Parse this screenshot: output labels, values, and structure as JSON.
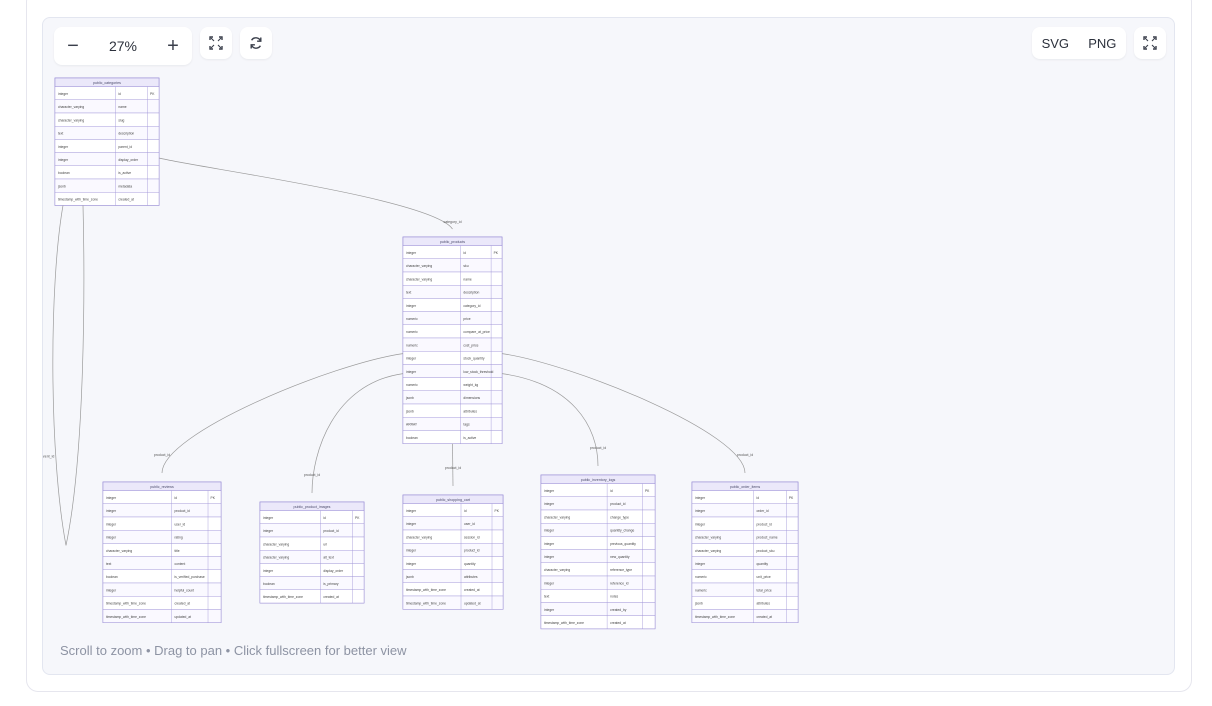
{
  "toolbar": {
    "zoom_level": "27%",
    "zoom_out_symbol": "−",
    "zoom_in_symbol": "+",
    "fit_icon": "fit-view-icon",
    "reset_icon": "refresh-icon",
    "export_svg_label": "SVG",
    "export_png_label": "PNG",
    "fullscreen_icon": "fullscreen-icon"
  },
  "hint_text": "Scroll to zoom • Drag to pan • Click fullscreen for better view",
  "colors": {
    "table_border": "#9b8fd6",
    "table_header_bg": "#ebe8fa",
    "row_bg": "#ffffff",
    "relation_line": "#9a9a9a"
  },
  "diagram": {
    "tables": [
      {
        "id": "categories",
        "name": "public_categories",
        "rows": [
          [
            "integer",
            "id",
            "PK"
          ],
          [
            "character_varying",
            "name",
            ""
          ],
          [
            "character_varying",
            "slug",
            ""
          ],
          [
            "text",
            "description",
            ""
          ],
          [
            "integer",
            "parent_id",
            ""
          ],
          [
            "integer",
            "display_order",
            ""
          ],
          [
            "boolean",
            "is_active",
            ""
          ],
          [
            "jsonb",
            "metadata",
            ""
          ],
          [
            "timestamp_with_time_zone",
            "created_at",
            ""
          ]
        ]
      },
      {
        "id": "products",
        "name": "public_products",
        "rows": [
          [
            "integer",
            "id",
            "PK"
          ],
          [
            "character_varying",
            "sku",
            ""
          ],
          [
            "character_varying",
            "name",
            ""
          ],
          [
            "text",
            "description",
            ""
          ],
          [
            "integer",
            "category_id",
            ""
          ],
          [
            "numeric",
            "price",
            ""
          ],
          [
            "numeric",
            "compare_at_price",
            ""
          ],
          [
            "numeric",
            "cost_price",
            ""
          ],
          [
            "integer",
            "stock_quantity",
            ""
          ],
          [
            "integer",
            "low_stock_threshold",
            ""
          ],
          [
            "numeric",
            "weight_kg",
            ""
          ],
          [
            "jsonb",
            "dimensions",
            ""
          ],
          [
            "jsonb",
            "attributes",
            ""
          ],
          [
            "ARRAY",
            "tags",
            ""
          ],
          [
            "boolean",
            "is_active",
            ""
          ]
        ]
      },
      {
        "id": "reviews",
        "name": "public_reviews",
        "rows": [
          [
            "integer",
            "id",
            "PK"
          ],
          [
            "integer",
            "product_id",
            ""
          ],
          [
            "integer",
            "user_id",
            ""
          ],
          [
            "integer",
            "rating",
            ""
          ],
          [
            "character_varying",
            "title",
            ""
          ],
          [
            "text",
            "content",
            ""
          ],
          [
            "boolean",
            "is_verified_purchase",
            ""
          ],
          [
            "integer",
            "helpful_count",
            ""
          ],
          [
            "timestamp_with_time_zone",
            "created_at",
            ""
          ],
          [
            "timestamp_with_time_zone",
            "updated_at",
            ""
          ]
        ]
      },
      {
        "id": "product_images",
        "name": "public_product_images",
        "rows": [
          [
            "integer",
            "id",
            "PK"
          ],
          [
            "integer",
            "product_id",
            ""
          ],
          [
            "character_varying",
            "url",
            ""
          ],
          [
            "character_varying",
            "alt_text",
            ""
          ],
          [
            "integer",
            "display_order",
            ""
          ],
          [
            "boolean",
            "is_primary",
            ""
          ],
          [
            "timestamp_with_time_zone",
            "created_at",
            ""
          ]
        ]
      },
      {
        "id": "shopping_cart",
        "name": "public_shopping_cart",
        "rows": [
          [
            "integer",
            "id",
            "PK"
          ],
          [
            "integer",
            "user_id",
            ""
          ],
          [
            "character_varying",
            "session_id",
            ""
          ],
          [
            "integer",
            "product_id",
            ""
          ],
          [
            "integer",
            "quantity",
            ""
          ],
          [
            "jsonb",
            "attributes",
            ""
          ],
          [
            "timestamp_with_time_zone",
            "created_at",
            ""
          ],
          [
            "timestamp_with_time_zone",
            "updated_at",
            ""
          ]
        ]
      },
      {
        "id": "inventory_logs",
        "name": "public_inventory_logs",
        "rows": [
          [
            "integer",
            "id",
            "PK"
          ],
          [
            "integer",
            "product_id",
            ""
          ],
          [
            "character_varying",
            "change_type",
            ""
          ],
          [
            "integer",
            "quantity_change",
            ""
          ],
          [
            "integer",
            "previous_quantity",
            ""
          ],
          [
            "integer",
            "new_quantity",
            ""
          ],
          [
            "character_varying",
            "reference_type",
            ""
          ],
          [
            "integer",
            "reference_id",
            ""
          ],
          [
            "text",
            "notes",
            ""
          ],
          [
            "integer",
            "created_by",
            ""
          ],
          [
            "timestamp_with_time_zone",
            "created_at",
            ""
          ]
        ]
      },
      {
        "id": "order_items",
        "name": "public_order_items",
        "rows": [
          [
            "integer",
            "id",
            "PK"
          ],
          [
            "integer",
            "order_id",
            ""
          ],
          [
            "integer",
            "product_id",
            ""
          ],
          [
            "character_varying",
            "product_name",
            ""
          ],
          [
            "character_varying",
            "product_sku",
            ""
          ],
          [
            "integer",
            "quantity",
            ""
          ],
          [
            "numeric",
            "unit_price",
            ""
          ],
          [
            "numeric",
            "total_price",
            ""
          ],
          [
            "jsonb",
            "attributes",
            ""
          ],
          [
            "timestamp_with_time_zone",
            "created_at",
            ""
          ]
        ]
      }
    ],
    "relations": [
      {
        "label": "category_id",
        "from": "products",
        "to": "categories"
      },
      {
        "label": "parent_id",
        "from": "categories",
        "to": "categories"
      },
      {
        "label": "product_id",
        "from": "reviews",
        "to": "products"
      },
      {
        "label": "product_id",
        "from": "product_images",
        "to": "products"
      },
      {
        "label": "product_id",
        "from": "shopping_cart",
        "to": "products"
      },
      {
        "label": "product_id",
        "from": "inventory_logs",
        "to": "products"
      },
      {
        "label": "product_id",
        "from": "order_items",
        "to": "products"
      }
    ]
  }
}
